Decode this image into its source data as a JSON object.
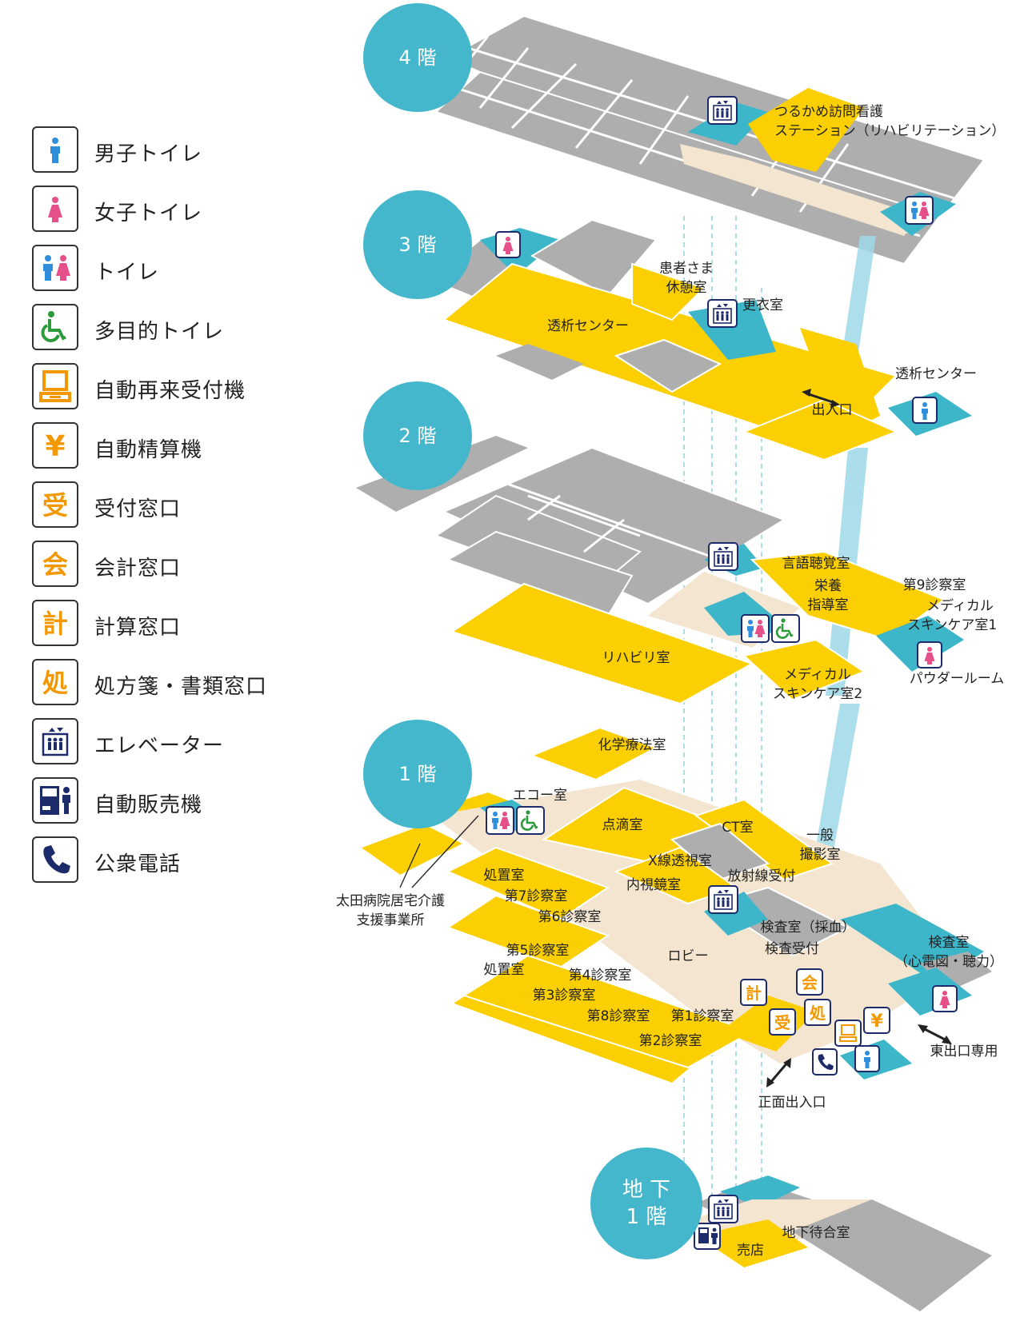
{
  "legend": [
    {
      "icon": "male-toilet-icon",
      "label": "男子トイレ"
    },
    {
      "icon": "female-toilet-icon",
      "label": "女子トイレ"
    },
    {
      "icon": "toilet-icon",
      "label": "トイレ"
    },
    {
      "icon": "accessible-toilet-icon",
      "label": "多目的トイレ"
    },
    {
      "icon": "auto-reception-machine-icon",
      "label": "自動再来受付機"
    },
    {
      "icon": "auto-payment-machine-icon",
      "label": "自動精算機"
    },
    {
      "icon": "reception-window-icon",
      "label": "受付窓口"
    },
    {
      "icon": "accounting-window-icon",
      "label": "会計窓口"
    },
    {
      "icon": "calculation-window-icon",
      "label": "計算窓口"
    },
    {
      "icon": "prescription-window-icon",
      "label": "処方箋・書類窓口"
    },
    {
      "icon": "elevator-icon",
      "label": "エレベーター"
    },
    {
      "icon": "vending-machine-icon",
      "label": "自動販売機"
    },
    {
      "icon": "public-phone-icon",
      "label": "公衆電話"
    }
  ],
  "icon_glyphs": {
    "yen": "¥",
    "reception": "受",
    "accounting": "会",
    "calculation": "計",
    "prescription": "処"
  },
  "floors": {
    "f4": {
      "name": "4 階",
      "rooms": {
        "home_nursing_1": "つるかめ訪問看護",
        "home_nursing_2": "ステーション（リハビリテーション）"
      }
    },
    "f3": {
      "name": "3 階",
      "rooms": {
        "lounge_1": "患者さま",
        "lounge_2": "休憩室",
        "changing": "更衣室",
        "dialysis_left": "透析センター",
        "dialysis_right": "透析センター",
        "entrance": "出入口"
      }
    },
    "f2": {
      "name": "2 階",
      "rooms": {
        "speech": "言語聴覚室",
        "nutrition_1": "栄養",
        "nutrition_2": "指導室",
        "exam9": "第9診察室",
        "skincare1_1": "メディカル",
        "skincare1_2": "スキンケア室1",
        "rehab": "リハビリ室",
        "skincare2_1": "メディカル",
        "skincare2_2": "スキンケア室2",
        "powder": "パウダールーム"
      }
    },
    "f1": {
      "name": "1 階",
      "rooms": {
        "chemo": "化学療法室",
        "echo": "エコー室",
        "drip": "点滴室",
        "ct": "CT室",
        "general_1": "一般",
        "general_2": "撮影室",
        "xray": "X線透視室",
        "endoscopy": "内視鏡室",
        "radiology": "放射線受付",
        "ota_1": "太田病院居宅介護",
        "ota_2": "支援事業所",
        "treatment1": "処置室",
        "exam7": "第7診察室",
        "exam6": "第6診察室",
        "lab_blood": "検査室（採血）",
        "lab_reception": "検査受付",
        "exam5": "第5診察室",
        "treatment2": "処置室",
        "lobby": "ロビー",
        "lab_ecg_1": "検査室",
        "lab_ecg_2": "（心電図・聴力）",
        "exam4": "第4診察室",
        "exam3": "第3診察室",
        "exam8": "第8診察室",
        "exam1": "第1診察室",
        "exam2": "第2診察室",
        "east_exit": "東出口専用",
        "main_entrance": "正面出入口"
      }
    },
    "b1": {
      "name_1": "地 下",
      "name_2": "1 階",
      "rooms": {
        "waiting": "地下待合室",
        "shop": "売店"
      }
    }
  },
  "colors": {
    "room_yellow": "#FCCF00",
    "room_gray": "#AEAEAE",
    "corridor": "#F3E5CF",
    "teal": "#3DB6CA",
    "floor_badge": "#45B7CC",
    "male": "#2F8FDC",
    "female": "#E6508A",
    "accessible": "#2D9A3C",
    "orange": "#F39800",
    "navy": "#1E2B6B",
    "glass": "#9ED8E8"
  }
}
